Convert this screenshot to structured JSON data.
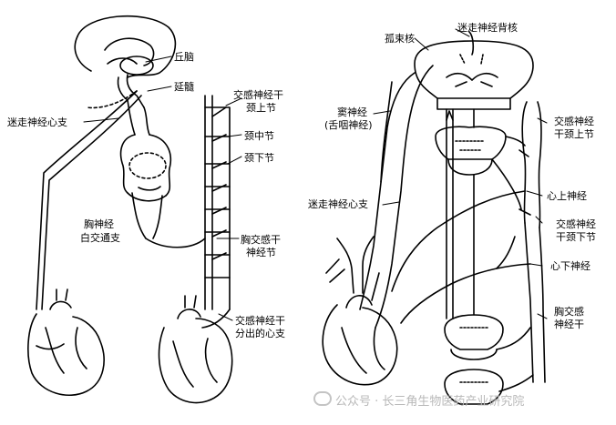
{
  "labels": {
    "qiao_nao": "丘脑",
    "yan_sui": "延髓",
    "mi_zou_xin_zhi_left": "迷走神经心支",
    "jiao_gan_jing_shang_jie_left_1": "交感神经干",
    "jiao_gan_jing_shang_jie_left_2": "颈上节",
    "jing_zhong_jie": "颈中节",
    "jing_xia_jie": "颈下节",
    "xiong_shen_jing_1": "胸神经",
    "xiong_shen_jing_2": "白交通支",
    "xiong_jiao_gan_left_1": "胸交感干",
    "xiong_jiao_gan_left_2": "神经节",
    "jiao_gan_xin_zhi_1": "交感神经干",
    "jiao_gan_xin_zhi_2": "分出的心支",
    "mi_zou_bei_he": "迷走神经背核",
    "gu_shu_he": "孤束核",
    "dou_shen_jing_1": "窦神经",
    "dou_shen_jing_2": "(舌咽神经)",
    "jiao_gan_jing_shang_jie_right_1": "交感神经",
    "jiao_gan_jing_shang_jie_right_2": "干颈上节",
    "mi_zou_xin_zhi_right": "迷走神经心支",
    "xin_shang_shen_jing": "心上神经",
    "jiao_gan_jing_xia_jie_1": "交感神经",
    "jiao_gan_jing_xia_jie_2": "干颈下节",
    "xin_xia_shen_jing": "心下神经",
    "xiong_jiao_gan_right_1": "胸交感",
    "xiong_jiao_gan_right_2": "神经干"
  },
  "watermark": {
    "text": "公众号 · 长三角生物医药产业研究院"
  }
}
